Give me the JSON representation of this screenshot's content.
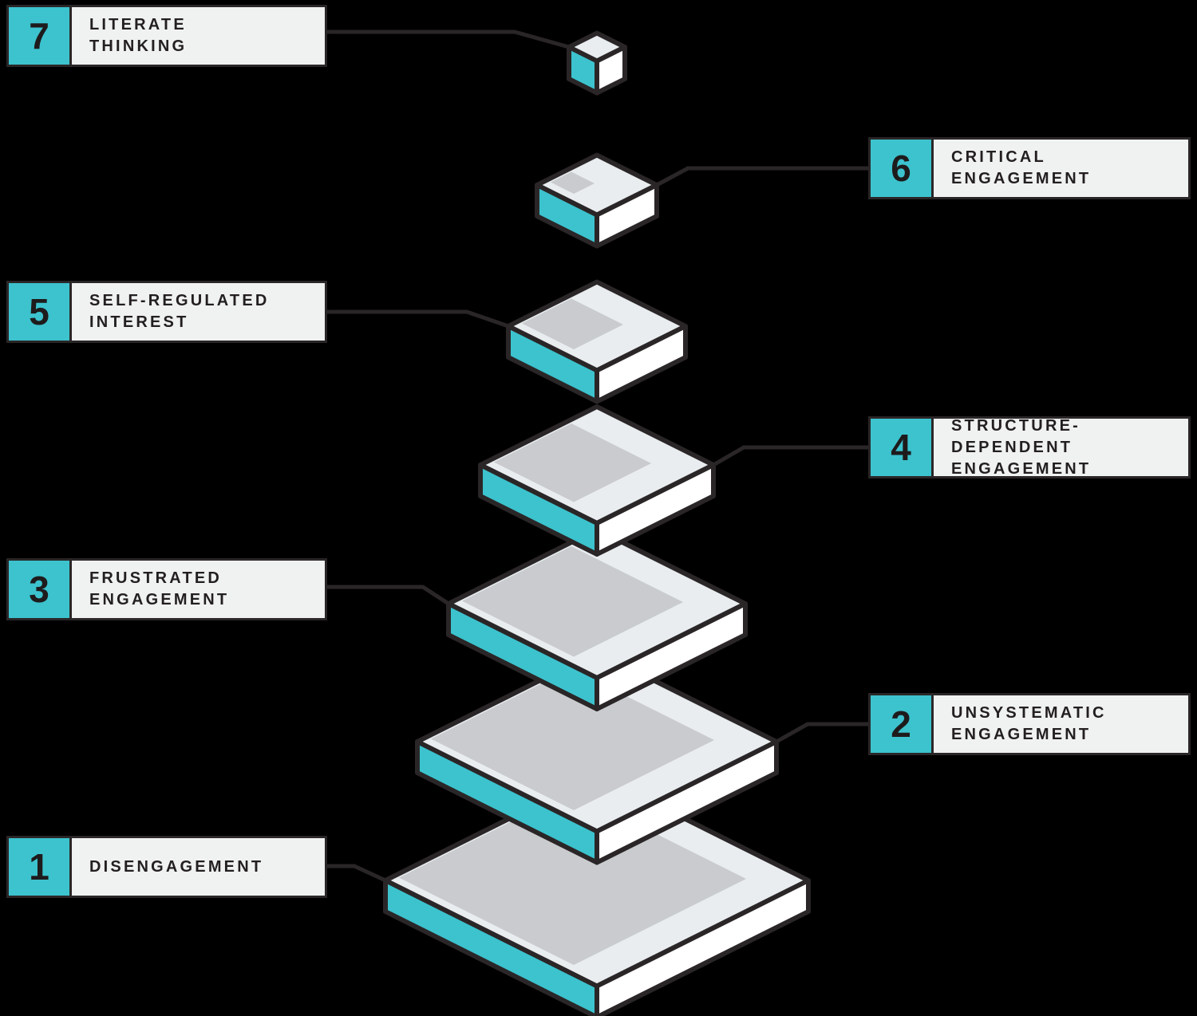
{
  "diagram": {
    "kind": "7-level engagement pyramid",
    "background": "#000000"
  },
  "colors": {
    "accent_teal": "#3cc3ce",
    "outline": "#2a2627",
    "label_bg": "#f0f1f1",
    "top_face": "#e9edf0",
    "shadow_face": "#c9cbce",
    "right_face": "#ffffff",
    "text": "#231f20"
  },
  "levels": [
    {
      "number": "1",
      "line1": "DISENGAGEMENT",
      "line2": ""
    },
    {
      "number": "2",
      "line1": "UNSYSTEMATIC",
      "line2": "ENGAGEMENT"
    },
    {
      "number": "3",
      "line1": "FRUSTRATED",
      "line2": "ENGAGEMENT"
    },
    {
      "number": "4",
      "line1": "STRUCTURE-DEPENDENT",
      "line2": "ENGAGEMENT"
    },
    {
      "number": "5",
      "line1": "SELF-REGULATED",
      "line2": "INTEREST"
    },
    {
      "number": "6",
      "line1": "CRITICAL",
      "line2": "ENGAGEMENT"
    },
    {
      "number": "7",
      "line1": "LITERATE",
      "line2": "THINKING"
    }
  ]
}
